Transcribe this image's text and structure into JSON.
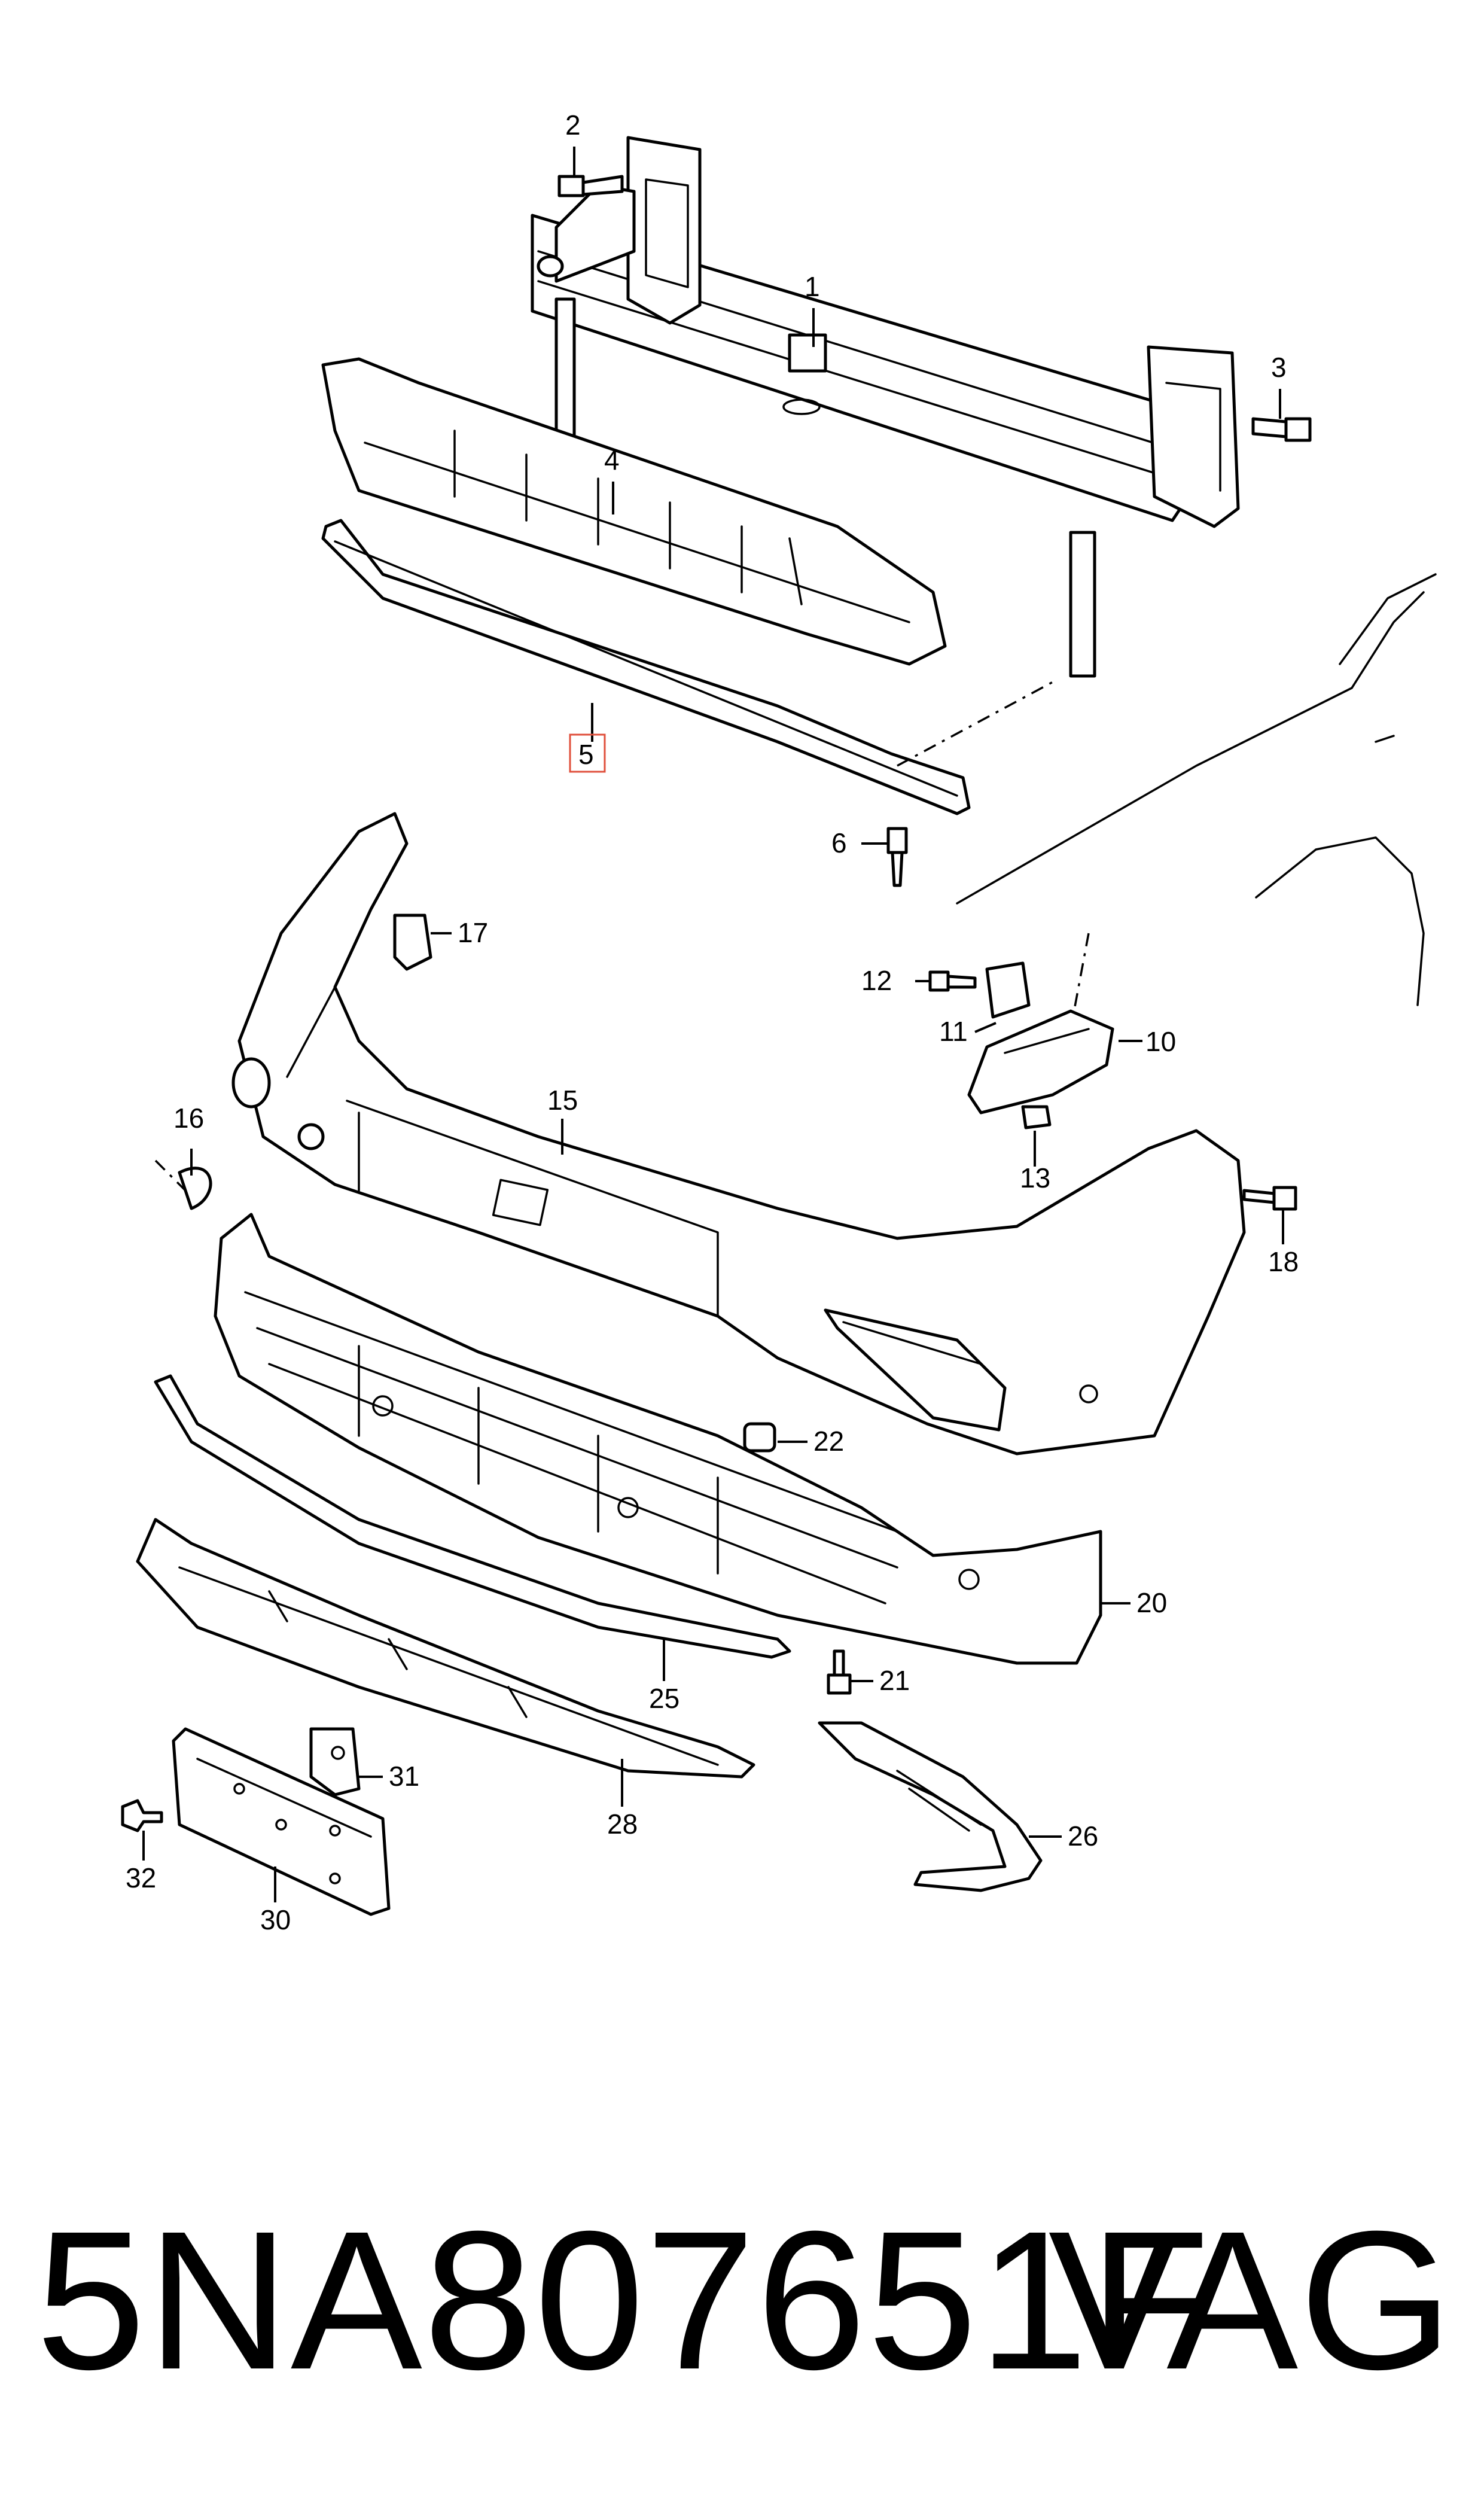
{
  "diagram": {
    "callouts": {
      "c1": "1",
      "c2": "2",
      "c3": "3",
      "c4": "4",
      "c5": "5",
      "c6": "6",
      "c10": "10",
      "c11": "11",
      "c12": "12",
      "c13": "13",
      "c15": "15",
      "c16": "16",
      "c17": "17",
      "c18": "18",
      "c20": "20",
      "c21": "21",
      "c22": "22",
      "c25": "25",
      "c26": "26",
      "c28": "28",
      "c30": "30",
      "c31": "31",
      "c32": "32"
    },
    "highlighted_callout": "5",
    "highlight_color": "#e0503c"
  },
  "footer": {
    "part_number": "5NA807651F",
    "brand": "VAG"
  }
}
